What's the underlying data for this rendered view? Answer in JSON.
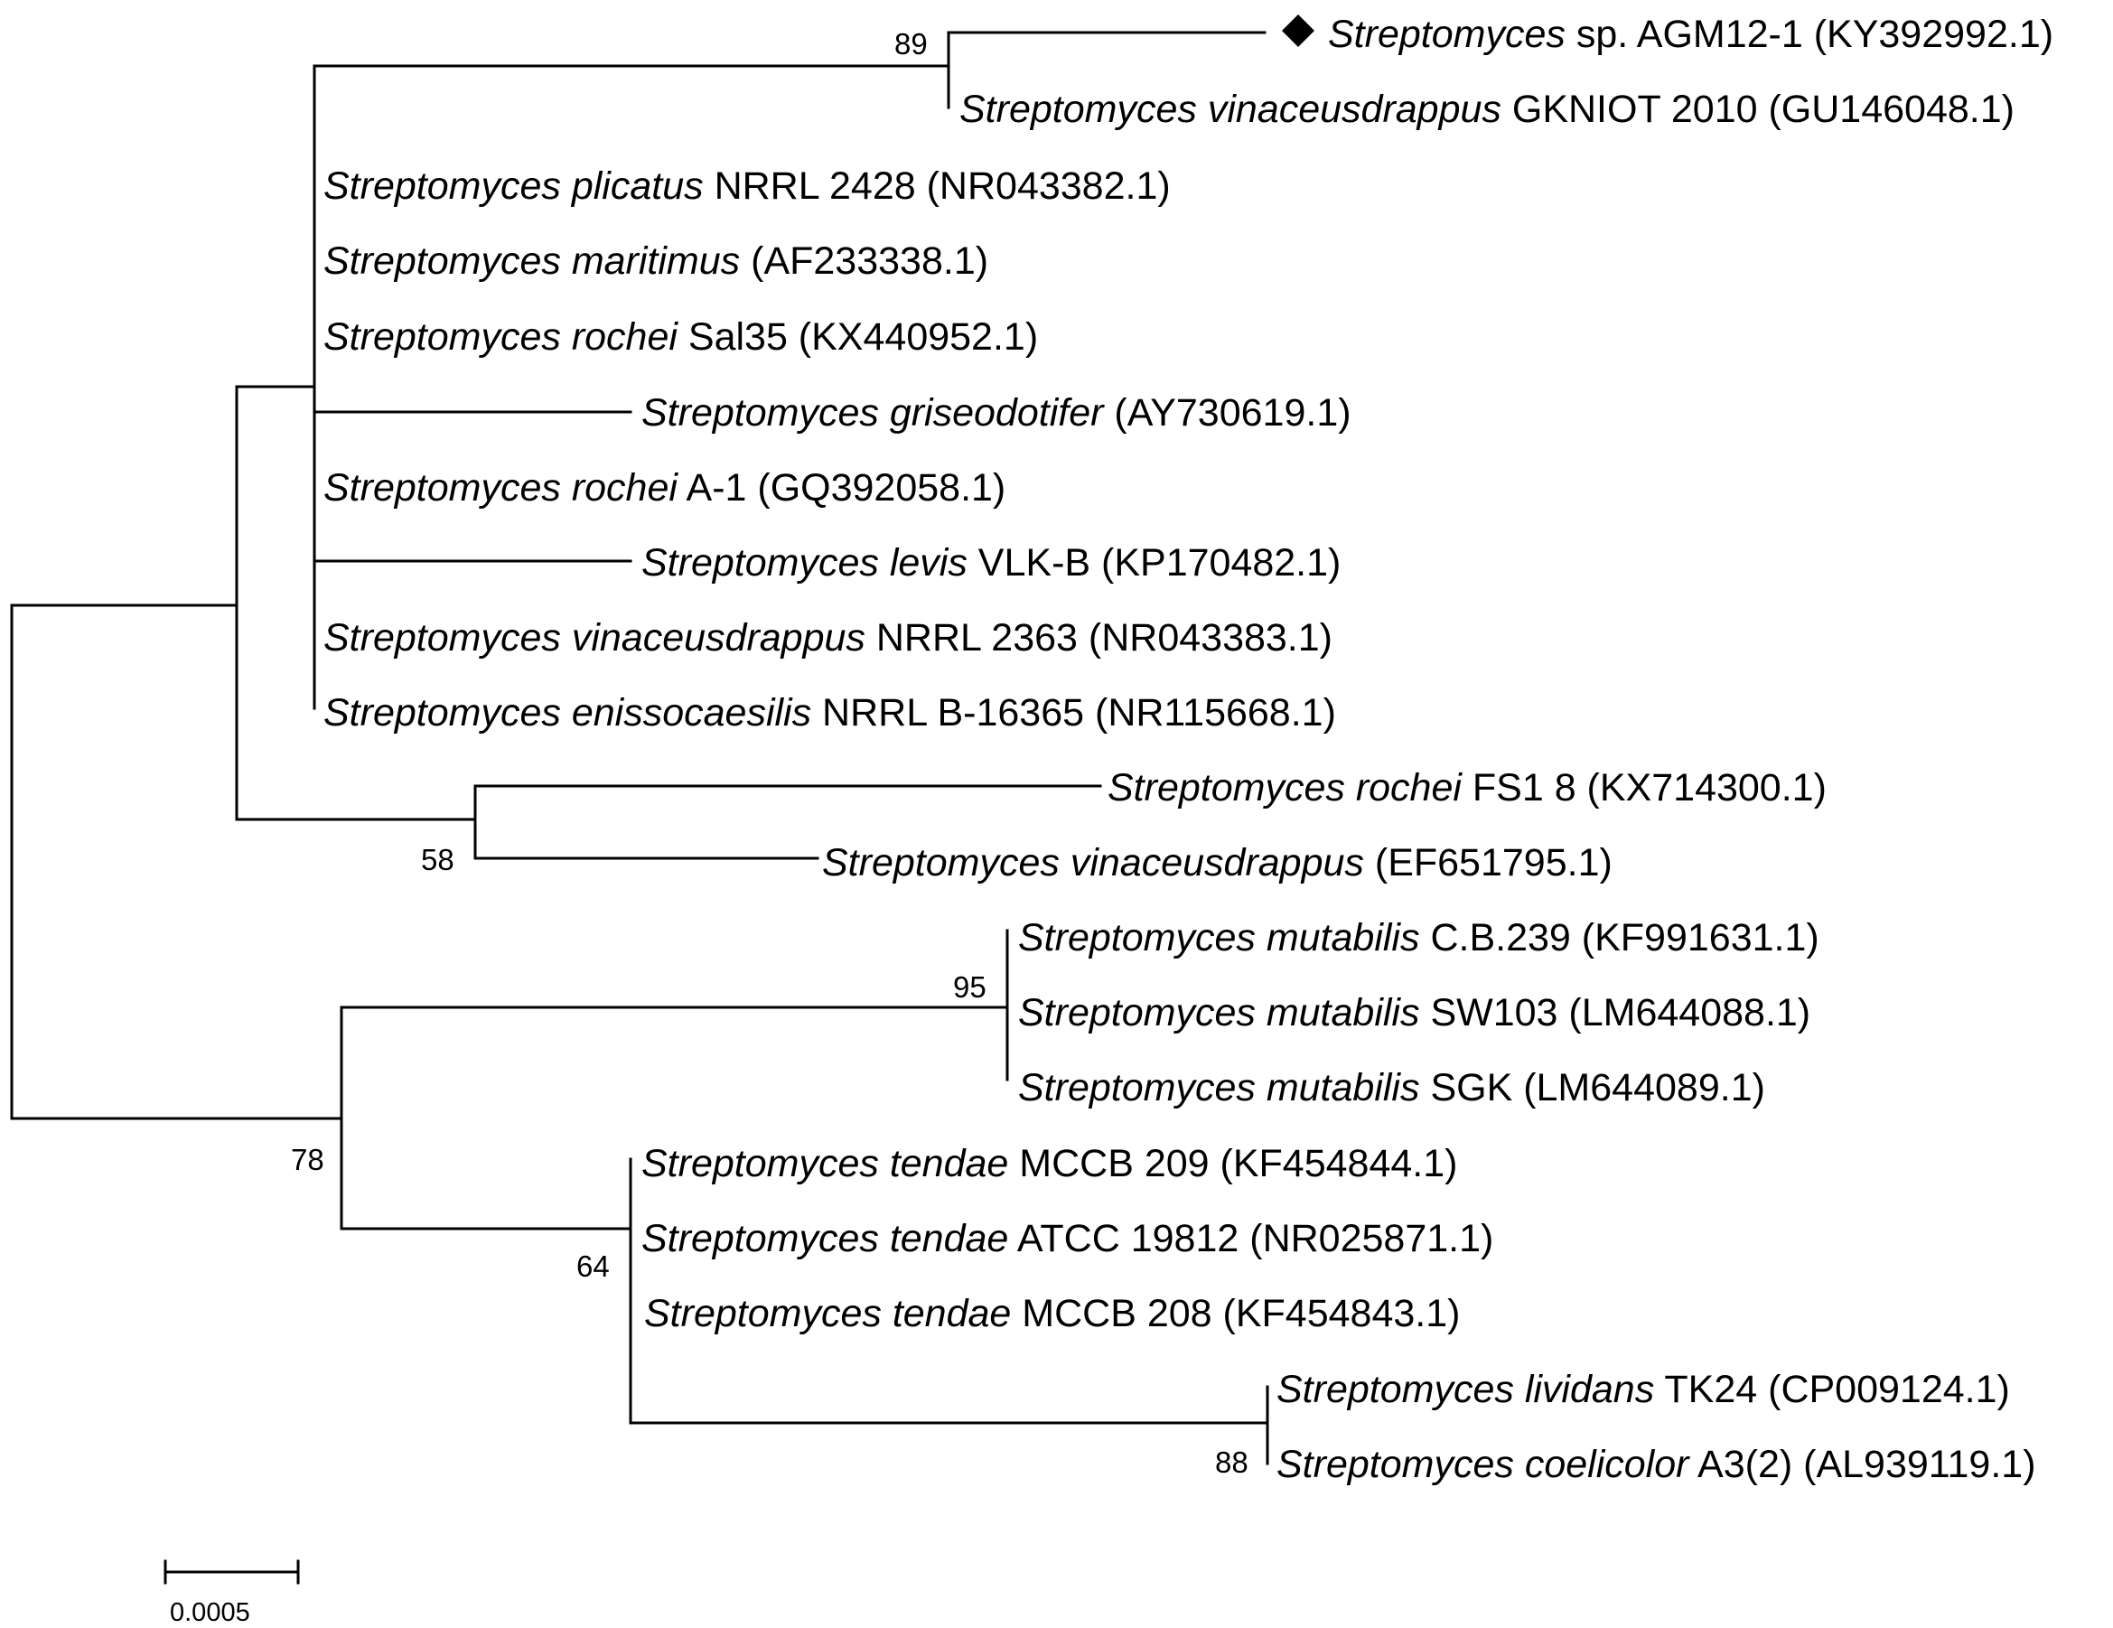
{
  "tree": {
    "leaves": [
      {
        "genus": "Streptomyces",
        "rest": " sp. AGM12-1 (KY392992.1)",
        "marked": true
      },
      {
        "genus": "Streptomyces vinaceusdrappus",
        "rest": " GKNIOT 2010 (GU146048.1)"
      },
      {
        "genus": "Streptomyces plicatus",
        "rest": " NRRL 2428 (NR043382.1)"
      },
      {
        "genus": "Streptomyces maritimus",
        "rest": " (AF233338.1)"
      },
      {
        "genus": "Streptomyces rochei",
        "rest": " Sal35 (KX440952.1)"
      },
      {
        "genus": "Streptomyces griseodotifer",
        "rest": " (AY730619.1)"
      },
      {
        "genus": "Streptomyces rochei",
        "rest": " A-1 (GQ392058.1)"
      },
      {
        "genus": "Streptomyces levis",
        "rest": " VLK-B (KP170482.1)"
      },
      {
        "genus": "Streptomyces vinaceusdrappus",
        "rest": " NRRL 2363 (NR043383.1)"
      },
      {
        "genus": "Streptomyces enissocaesilis",
        "rest": " NRRL B-16365 (NR115668.1)"
      },
      {
        "genus": "Streptomyces rochei",
        "rest": " FS1 8 (KX714300.1)"
      },
      {
        "genus": "Streptomyces vinaceusdrappus",
        "rest": " (EF651795.1)"
      },
      {
        "genus": "Streptomyces mutabilis",
        "rest": " C.B.239 (KF991631.1)"
      },
      {
        "genus": "Streptomyces mutabilis",
        "rest": " SW103 (LM644088.1)"
      },
      {
        "genus": "Streptomyces mutabilis",
        "rest": " SGK (LM644089.1)"
      },
      {
        "genus": "Streptomyces tendae",
        "rest": " MCCB 209 (KF454844.1)"
      },
      {
        "genus": "Streptomyces tendae",
        "rest": " ATCC 19812 (NR025871.1)"
      },
      {
        "genus": "Streptomyces tendae",
        "rest": " MCCB 208 (KF454843.1)"
      },
      {
        "genus": "Streptomyces lividans",
        "rest": " TK24 (CP009124.1)"
      },
      {
        "genus": "Streptomyces coelicolor",
        "rest": " A3(2) (AL939119.1)"
      }
    ],
    "bootstrap": [
      "89",
      "58",
      "95",
      "78",
      "64",
      "88"
    ],
    "scale_label": "0.0005"
  }
}
